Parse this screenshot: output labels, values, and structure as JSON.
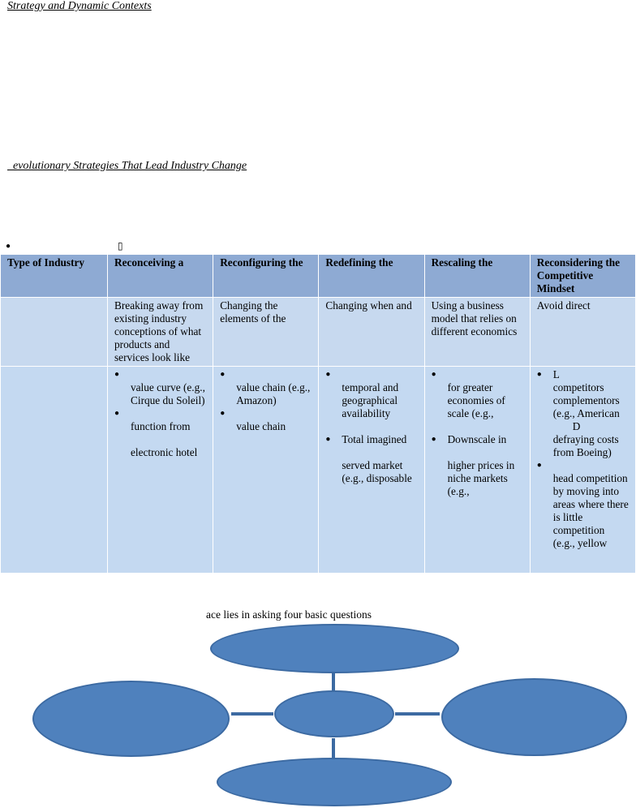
{
  "doc": {
    "title": "Strategy and Dynamic Contexts",
    "subtitle": "  evolutionary Strategies That Lead Industry Change",
    "bullet": "●",
    "box_glyph": "▯"
  },
  "table": {
    "headers": [
      "Type of Industry",
      "Reconceiving a",
      "Reconfiguring the",
      "Redefining the",
      "Rescaling the",
      "Reconsidering the Competitive Mindset"
    ],
    "row1": [
      "",
      "Breaking away from existing industry conceptions of what products and services look like",
      "Changing the elements of the",
      "Changing when and",
      "Using a business model that relies on different economics",
      "Avoid direct"
    ],
    "row2": {
      "c1": {
        "b1": "value curve (e.g., Cirque du Soleil)",
        "b2": "function from",
        "b2b": "electronic hotel"
      },
      "c2": {
        "b1": "value chain (e.g., Amazon)",
        "b2": "value chain"
      },
      "c3": {
        "b1": "temporal and geographical availability",
        "b2": "Total imagined",
        "b2b": "served market (e.g., disposable"
      },
      "c4": {
        "b1": "for greater economies of scale (e.g.,",
        "b2": "Downscale in",
        "b2b": "higher prices in niche markets (e.g.,"
      },
      "c5": {
        "b1a": "L",
        "b1b": "competitors complementors (e.g., American",
        "b1c": "D",
        "b1d": "defraying costs from Boeing)",
        "b2": "head competition by moving into areas where there is little competition (e.g., yellow"
      }
    }
  },
  "diagram": {
    "caption": "ace lies in asking four basic questions"
  },
  "colors": {
    "header_bg": "#8eaad3",
    "row_bg": "#c7d9ef",
    "ellipse": "#4f81bd"
  }
}
